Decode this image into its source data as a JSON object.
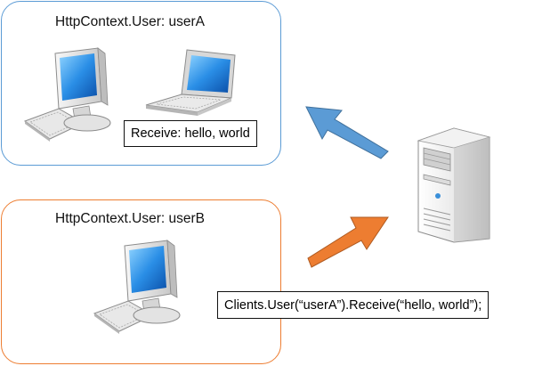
{
  "group_a": {
    "title": "HttpContext.User: userA",
    "border_color": "#5b9bd5"
  },
  "group_b": {
    "title": "HttpContext.User: userB",
    "border_color": "#ed7d31"
  },
  "messages": {
    "received": "Receive: hello, world",
    "server_call": "Clients.User(“userA”).Receive(“hello, world”);"
  },
  "arrows": {
    "to_client_color": "#5b9bd5",
    "from_client_color": "#ed7d31"
  },
  "icons": [
    "desktop-computer-icon",
    "laptop-icon",
    "server-tower-icon",
    "arrow-icon"
  ]
}
